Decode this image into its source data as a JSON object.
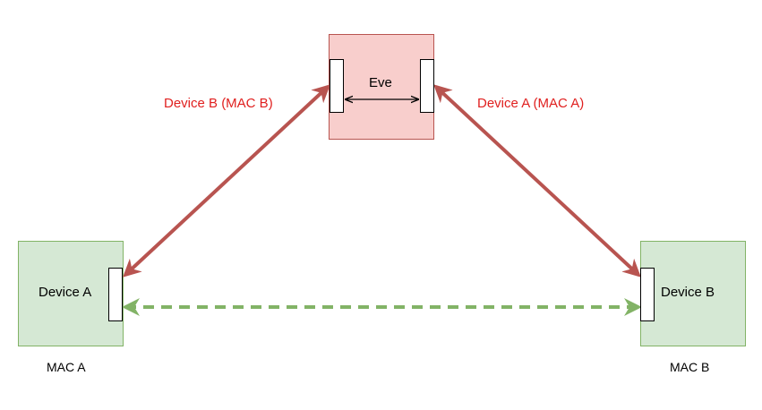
{
  "nodes": {
    "eve": {
      "label": "Eve"
    },
    "device_a": {
      "label": "Device A",
      "mac": "MAC A"
    },
    "device_b": {
      "label": "Device B",
      "mac": "MAC B"
    }
  },
  "edge_labels": {
    "eve_to_a": "Device B (MAC B)",
    "eve_to_b": "Device A (MAC A)"
  },
  "colors": {
    "attack_link": "#b85450",
    "attack_label": "#e0201f",
    "direct_link": "#82b366",
    "eve_fill": "#f8cecc",
    "device_fill": "#d5e8d4"
  }
}
